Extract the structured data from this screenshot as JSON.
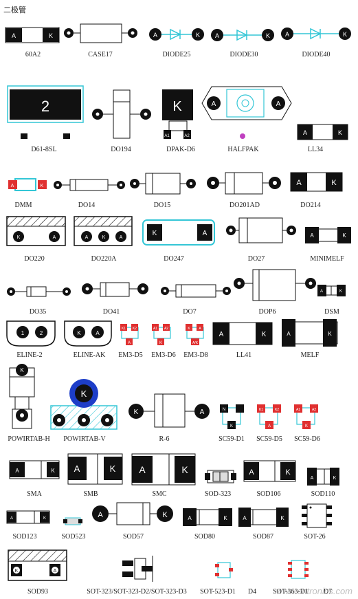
{
  "title": "二极管",
  "watermark": "www.cntronics.com",
  "colors": {
    "pad": "#111111",
    "cyan": "#33c6d6",
    "red": "#e03030",
    "blue": "#1d3ec8",
    "outline": "#111111"
  },
  "packages": [
    {
      "name": "60A2",
      "label": "60A2"
    },
    {
      "name": "CASE17",
      "label": "CASE17"
    },
    {
      "name": "DIODE25",
      "label": "DIODE25"
    },
    {
      "name": "DIODE30",
      "label": "DIODE30"
    },
    {
      "name": "DIODE40",
      "label": "DIODE40"
    },
    {
      "name": "D61-8SL",
      "label": "D61-8SL"
    },
    {
      "name": "DO194",
      "label": "DO194"
    },
    {
      "name": "DPAK-D6",
      "label": "DPAK-D6"
    },
    {
      "name": "HALFPAK",
      "label": "HALFPAK"
    },
    {
      "name": "LL34",
      "label": "LL34"
    },
    {
      "name": "DMM",
      "label": "DMM"
    },
    {
      "name": "DO14",
      "label": "DO14"
    },
    {
      "name": "DO15",
      "label": "DO15"
    },
    {
      "name": "DO201AD",
      "label": "DO201AD"
    },
    {
      "name": "DO214",
      "label": "DO214"
    },
    {
      "name": "DO220",
      "label": "DO220"
    },
    {
      "name": "DO220A",
      "label": "DO220A"
    },
    {
      "name": "DO247",
      "label": "DO247"
    },
    {
      "name": "DO27",
      "label": "DO27"
    },
    {
      "name": "MINIMELF",
      "label": "MINIMELF"
    },
    {
      "name": "DO35",
      "label": "DO35"
    },
    {
      "name": "DO41",
      "label": "DO41"
    },
    {
      "name": "DO7",
      "label": "DO7"
    },
    {
      "name": "DOP6",
      "label": "DOP6"
    },
    {
      "name": "DSM",
      "label": "DSM"
    },
    {
      "name": "ELINE-2",
      "label": "ELINE-2"
    },
    {
      "name": "ELINE-AK",
      "label": "ELINE-AK"
    },
    {
      "name": "EM3-D5",
      "label": "EM3-D5"
    },
    {
      "name": "EM3-D6",
      "label": "EM3-D6"
    },
    {
      "name": "EM3-D8",
      "label": "EM3-D8"
    },
    {
      "name": "LL41",
      "label": "LL41"
    },
    {
      "name": "MELF",
      "label": "MELF"
    },
    {
      "name": "POWIRTAB-H",
      "label": "POWIRTAB-H"
    },
    {
      "name": "POWIRTAB-V",
      "label": "POWIRTAB-V"
    },
    {
      "name": "R-6",
      "label": "R-6"
    },
    {
      "name": "SC59-D1",
      "label": "SC59-D1"
    },
    {
      "name": "SC59-D5",
      "label": "SC59-D5"
    },
    {
      "name": "SC59-D6",
      "label": "SC59-D6"
    },
    {
      "name": "SMA",
      "label": "SMA"
    },
    {
      "name": "SMB",
      "label": "SMB"
    },
    {
      "name": "SMC",
      "label": "SMC"
    },
    {
      "name": "SOD-323",
      "label": "SOD-323"
    },
    {
      "name": "SOD106",
      "label": "SOD106"
    },
    {
      "name": "SOD110",
      "label": "SOD110"
    },
    {
      "name": "SOD123",
      "label": "SOD123"
    },
    {
      "name": "SOD523",
      "label": "SOD523"
    },
    {
      "name": "SOD57",
      "label": "SOD57"
    },
    {
      "name": "SOD80",
      "label": "SOD80"
    },
    {
      "name": "SOD87",
      "label": "SOD87"
    },
    {
      "name": "SOT-26",
      "label": "SOT-26"
    },
    {
      "name": "SOD93",
      "label": "SOD93"
    },
    {
      "name": "SOT-323",
      "label": "SOT-323/SOT-323-D2/SOT-323-D3"
    },
    {
      "name": "SOT-523-D1",
      "label": "SOT-523-D1"
    },
    {
      "name": "D4",
      "label": "D4"
    },
    {
      "name": "SOT-363-D1",
      "label": "SOT-363-D1"
    },
    {
      "name": "D7",
      "label": "D7"
    }
  ],
  "pin_text": {
    "anode": "A",
    "cathode": "K",
    "d61_digit": "2",
    "em_a1": "A1",
    "em_a2": "A2",
    "em_k1": "K1",
    "em_k2": "K2",
    "em_ak": "A/K",
    "one": "1",
    "two": "2",
    "n": "N"
  }
}
